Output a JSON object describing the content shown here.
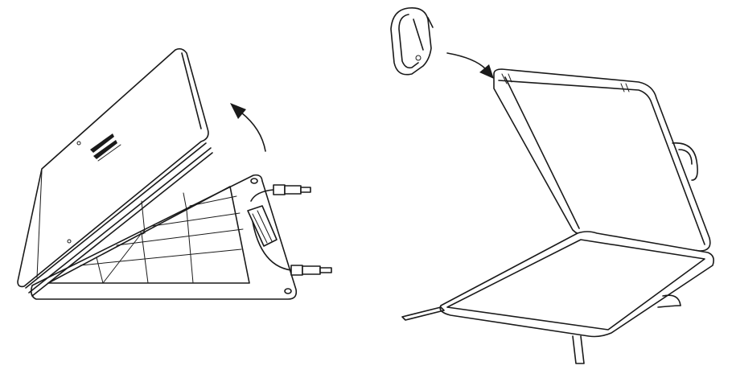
{
  "figures": [
    {
      "id": "left",
      "subject": "solar-panel-unfolding"
    },
    {
      "id": "right",
      "subject": "carabiner-attachment"
    }
  ],
  "colors": {
    "line": "#1a1a1a",
    "background": "#ffffff"
  },
  "icons": [
    "arrow-curved-up-icon",
    "arrow-curved-down-icon",
    "carabiner-icon",
    "connector-plug-icon",
    "junction-box-icon"
  ]
}
